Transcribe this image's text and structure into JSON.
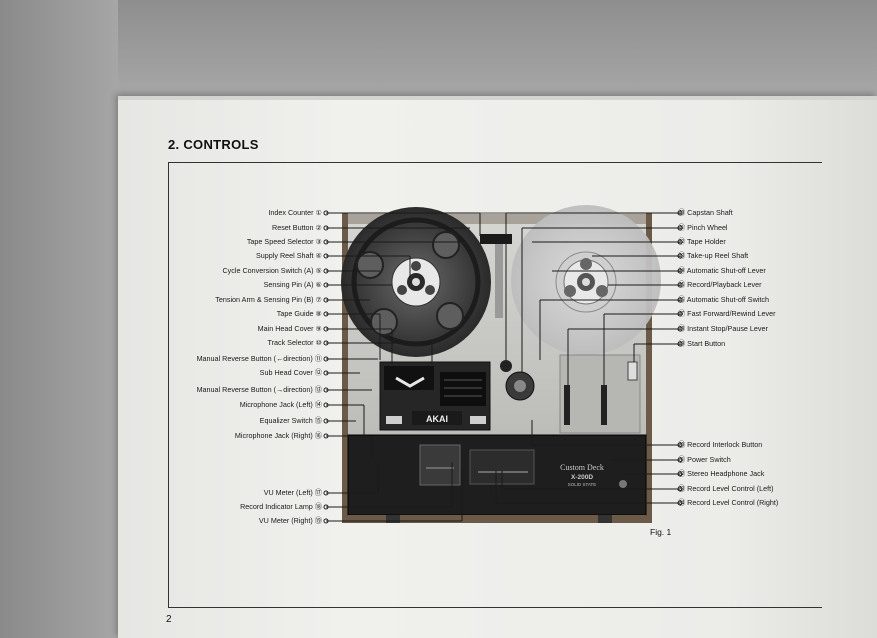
{
  "section_title": "2.  CONTROLS",
  "figure_label": "Fig. 1",
  "page_number": "2",
  "deck": {
    "brand": "AKAI",
    "model_name": "Custom Deck",
    "model_number": "X-200D",
    "model_sub": "SOLID STATE"
  },
  "left_labels": [
    "Index Counter ①",
    "Reset Button ②",
    "Tape Speed Selector ③",
    "Supply Reel Shaft ④",
    "Cycle Conversion Switch (A) ⑤",
    "Sensing Pin (A) ⑥",
    "Tension Arm & Sensing Pin (B) ⑦",
    "Tape Guide ⑧",
    "Main Head Cover ⑨",
    "Track Selector ⑩",
    "Manual Reverse Button (←direction) ⑪",
    "Sub Head Cover ⑫",
    "Manual Reverse Button (→direction) ⑬",
    "Microphone Jack (Left) ⑭",
    "Equalizer Switch ⑮",
    "Microphone Jack (Right) ⑯"
  ],
  "bottom_left_labels": [
    "VU Meter (Left) ⑰",
    "Record Indicator Lamp ⑱",
    "VU Meter (Right) ⑲"
  ],
  "right_labels": [
    "⑳ Capstan Shaft",
    "㉑ Pinch Wheel",
    "㉒ Tape Holder",
    "㉓ Take-up Reel Shaft",
    "㉔ Automatic Shut-off Lever",
    "㉕ Record/Playback Lever",
    "㉖ Automatic Shut-off Switch",
    "㉗ Fast Forward/Rewind Lever",
    "㉘ Instant Stop/Pause Lever",
    "㉙ Start Button"
  ],
  "bottom_right_labels": [
    "㉚ Record Interlock Button",
    "㉛ Power Switch",
    "㉜ Stereo Headphone Jack",
    "㉝ Record Level Control (Left)",
    "㉞ Record Level Control (Right)"
  ]
}
